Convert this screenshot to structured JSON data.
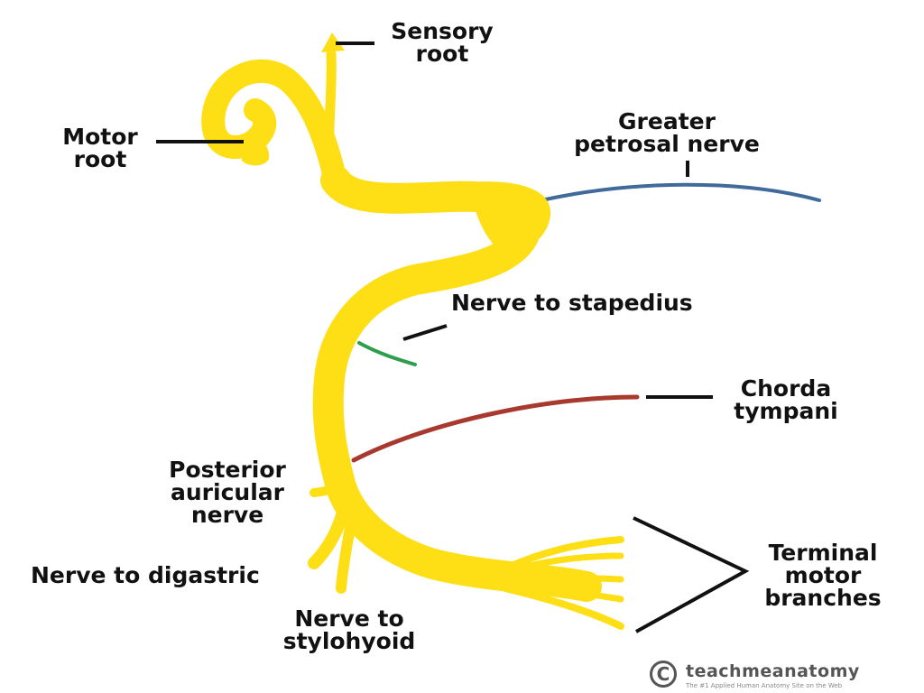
{
  "colors": {
    "nerve": "#FEDE15",
    "nerve_outline": "#C8A400",
    "greater_petrosal": "#3F6A9B",
    "stapedius": "#2E9E4C",
    "chorda_tympani": "#A8392F",
    "leader": "#111111"
  },
  "labels": {
    "sensory_root": [
      "Sensory",
      "root"
    ],
    "motor_root": [
      "Motor",
      "root"
    ],
    "greater_petrosal": [
      "Greater",
      "petrosal nerve"
    ],
    "stapedius": [
      "Nerve to stapedius"
    ],
    "chorda_tympani": [
      "Chorda",
      "tympani"
    ],
    "posterior_auricular": [
      "Posterior",
      "auricular",
      "nerve"
    ],
    "digastric": [
      "Nerve to digastric"
    ],
    "stylohyoid": [
      "Nerve to",
      "stylohyoid"
    ],
    "terminal": [
      "Terminal",
      "motor",
      "branches"
    ]
  },
  "watermark": {
    "symbol": "C",
    "name": "teachmeanatomy",
    "tagline": "The #1 Applied Human Anatomy Site on the Web"
  }
}
